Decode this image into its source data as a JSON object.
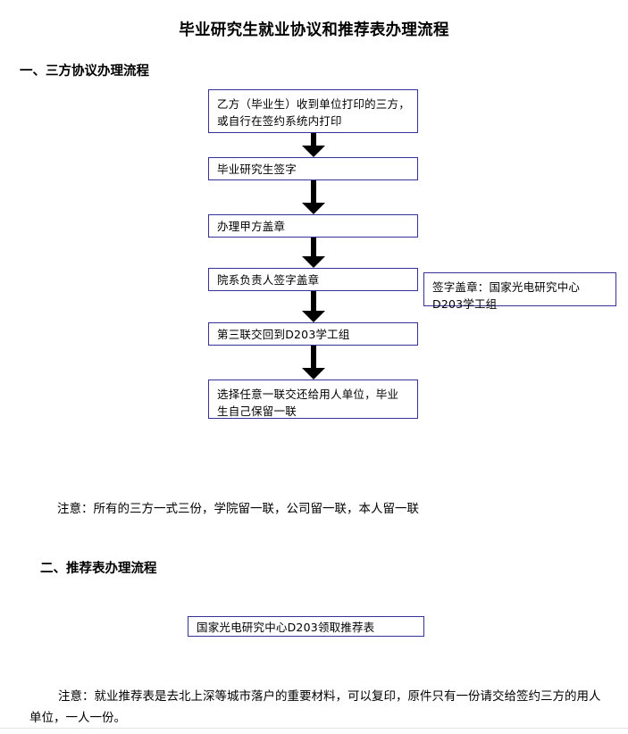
{
  "document": {
    "title": "毕业研究生就业协议和推荐表办理流程",
    "background_color": "#ffffff",
    "box_border_color": "#333399",
    "arrow_color": "#000000"
  },
  "sections": [
    {
      "heading": "一、三方协议办理流程",
      "flow_steps": [
        "乙方（毕业生）收到单位打印的三方，\n或自行在签约系统内打印",
        "毕业研究生签字",
        "办理甲方盖章",
        "院系负责人签字盖章",
        "第三联交回到D203学工组",
        "选择任意一联交还给用人单位，毕业\n生自己保留一联"
      ],
      "side_note": "签字盖章：国家光电研究中心\nD203学工组",
      "note": "注意：所有的三方一式三份，学院留一联，公司留一联，本人留一联"
    },
    {
      "heading": "二、推荐表办理流程",
      "flow_steps": [
        "国家光电研究中心D203领取推荐表"
      ],
      "note": "注意：就业推荐表是去北上深等城市落户的重要材料，可以复印，原件只有一份请交给签约三方的用人单位，一人一份。"
    }
  ]
}
